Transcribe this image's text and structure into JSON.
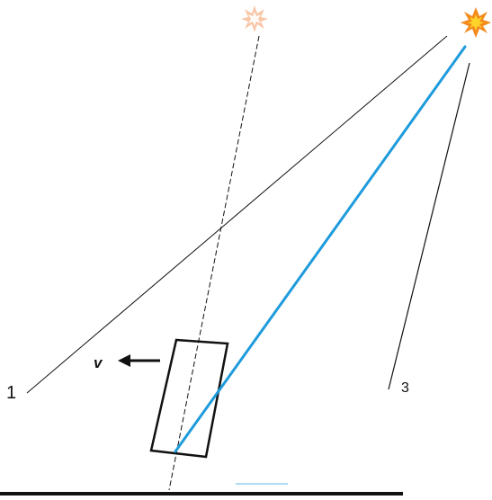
{
  "labels": {
    "line_one": "1",
    "line_three": "3",
    "velocity": "v"
  },
  "icons": {
    "faint_flash": "explosion-flash-icon",
    "bright_flash": "explosion-flash-icon"
  },
  "colors": {
    "light_ray": "#1e9bdc",
    "faint_flash": "#f6b28a",
    "bright_flash_outer": "#f4891c",
    "bright_flash_inner": "#ffd42a",
    "lines": "#111111"
  }
}
